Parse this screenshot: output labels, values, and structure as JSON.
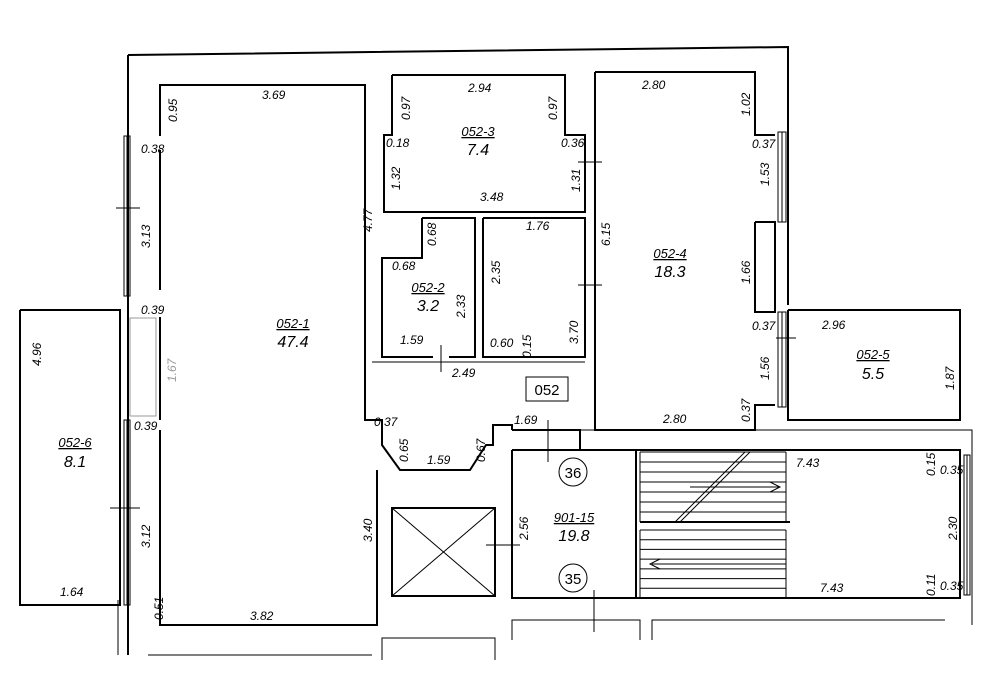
{
  "apartment_label": "052",
  "rooms": [
    {
      "id": "052-1",
      "area": "47.4"
    },
    {
      "id": "052-2",
      "area": "3.2"
    },
    {
      "id": "052-3",
      "area": "7.4"
    },
    {
      "id": "052-4",
      "area": "18.3"
    },
    {
      "id": "052-5",
      "area": "5.5"
    },
    {
      "id": "052-6",
      "area": "8.1"
    },
    {
      "id": "901-15",
      "area": "19.8"
    }
  ],
  "stair_markers": [
    "36",
    "35"
  ],
  "dimensions": {
    "r1_top": "3.69",
    "r1_top_left": "0.95",
    "r1_left_a": "0.38",
    "r1_left_b": "3.13",
    "r1_left_c": "0.39",
    "r1_left_d": "1.67",
    "r1_left_e": "0.39",
    "r1_left_f": "3.12",
    "r1_left_g": "0.51",
    "r1_bottom": "3.82",
    "r1_right": "4.77",
    "r1_right_low": "3.40",
    "r1_notch_a": "0.37",
    "r1_notch_b": "0.65",
    "r1_notch_c": "1.59",
    "r1_notch_d": "0.67",
    "r3_top": "2.94",
    "r3_left_top": "0.97",
    "r3_right_top": "0.97",
    "r3_left_a": "0.18",
    "r3_left_b": "1.32",
    "r3_right_a": "0.36",
    "r3_right_b": "1.31",
    "r3_bottom": "3.48",
    "r2_top": "0.68",
    "r2_left": "0.68",
    "r2_right": "2.33",
    "r2_bottom": "1.59",
    "corr_left": "2.35",
    "corr_top": "1.76",
    "corr_right": "3.70",
    "corr_bottom_a": "0.60",
    "corr_bottom_b": "0.15",
    "corr_bottom_c": "2.49",
    "corr_exit": "1.69",
    "r4_top": "2.80",
    "r4_right_a": "1.02",
    "r4_right_b": "0.37",
    "r4_right_c": "1.53",
    "r4_right_d": "1.66",
    "r4_right_e": "0.37",
    "r4_right_f": "1.56",
    "r4_right_g": "0.37",
    "r4_left": "6.15",
    "r4_bottom": "2.80",
    "r5_top": "2.96",
    "r5_right": "1.87",
    "r6_left": "4.96",
    "r6_bottom": "1.64",
    "st_top": "7.43",
    "st_bottom": "7.43",
    "st_right_a": "0.15",
    "st_right_b": "0.35",
    "st_right_c": "2.30",
    "st_right_d": "0.11",
    "st_right_e": "0.35",
    "st_left": "2.56"
  }
}
